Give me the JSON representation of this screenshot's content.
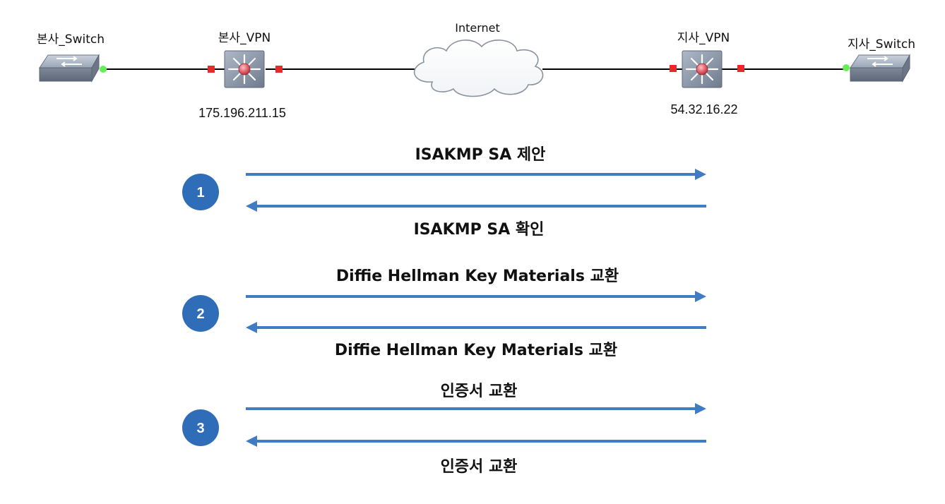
{
  "topology": {
    "hq_switch": {
      "label": "본사_Switch",
      "icon": "network-switch-icon"
    },
    "hq_vpn": {
      "label": "본사_VPN",
      "ip": "175.196.211.15",
      "icon": "vpn-router-icon"
    },
    "internet": {
      "label": "Internet",
      "icon": "cloud-icon"
    },
    "branch_vpn": {
      "label": "지사_VPN",
      "ip": "54.32.16.22",
      "icon": "vpn-router-icon"
    },
    "branch_switch": {
      "label": "지사_Switch",
      "icon": "network-switch-icon"
    }
  },
  "steps": [
    {
      "number": "1",
      "forward_label": "ISAKMP SA 제안",
      "reverse_label": "ISAKMP SA 확인"
    },
    {
      "number": "2",
      "forward_label": "Diffie Hellman Key Materials 교환",
      "reverse_label": "Diffie Hellman Key Materials 교환"
    },
    {
      "number": "3",
      "forward_label": "인증서 교환",
      "reverse_label": "인증서 교환"
    }
  ],
  "colors": {
    "arrow": "#3F7CC4",
    "step_circle": "#2F6DB8",
    "port_red": "#E8292A",
    "port_green": "#66EE55",
    "device_body": "#8E9BAE",
    "router_hub": "#E05A66"
  }
}
